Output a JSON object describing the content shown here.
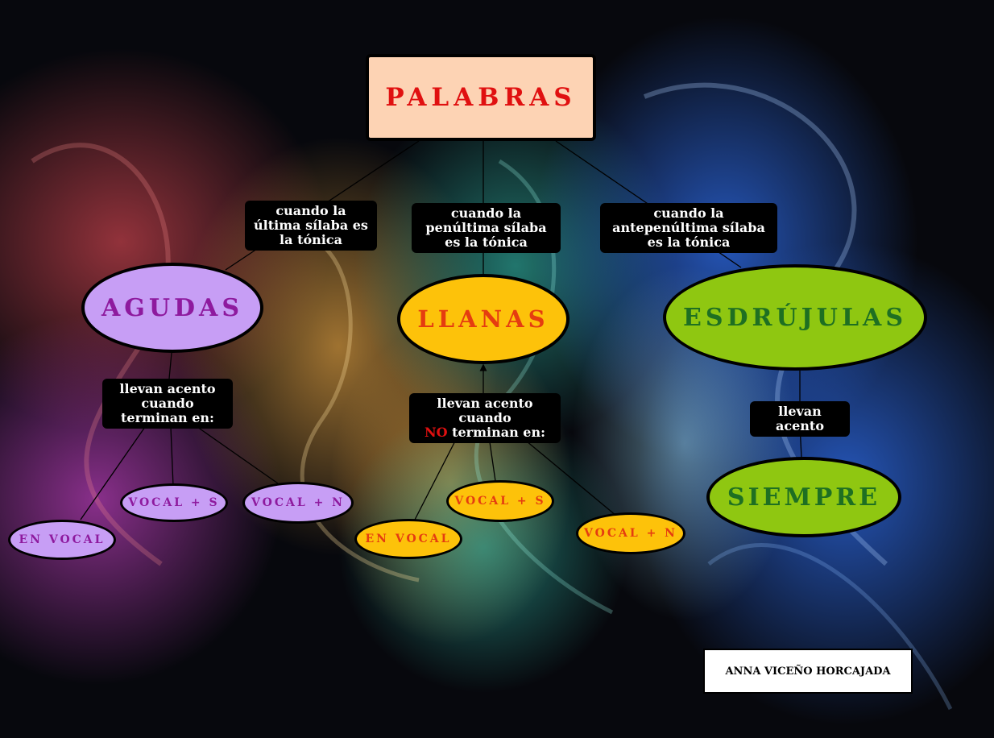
{
  "root": {
    "label": "PALABRAS",
    "color": "#e01010",
    "bg": "#fdd3b4"
  },
  "connectors": {
    "agudas": "cuando la última sílaba es la tónica",
    "llanas": "cuando la penúltima sílaba es la tónica",
    "esdrujulas": "cuando la antepenúltima sílaba es la tónica"
  },
  "categories": {
    "agudas": {
      "label": "AGUDAS",
      "rule": "llevan acento cuando terminan en:",
      "endings": [
        "EN VOCAL",
        "VOCAL + S",
        "VOCAL + N"
      ]
    },
    "llanas": {
      "label": "LLANAS",
      "rule_part1": "llevan acento cuando",
      "rule_no": "NO",
      "rule_part2": "terminan en:",
      "endings": [
        "EN VOCAL",
        "VOCAL + S",
        "VOCAL + N"
      ]
    },
    "esdrujulas": {
      "label": "ESDRÚJULAS",
      "rule": "llevan acento",
      "result": "SIEMPRE"
    }
  },
  "author": "ANNA VICEÑO HORCAJADA",
  "colors": {
    "purple": "#c79ef5",
    "yellow": "#fdc20a",
    "green": "#8fc711",
    "background": "#0a0b12"
  }
}
